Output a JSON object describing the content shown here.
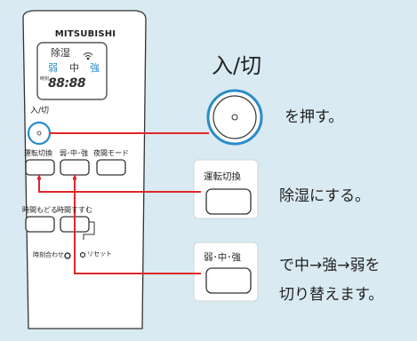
{
  "remote": {
    "brand": "MITSUBISHI",
    "lcd": {
      "mode": "除湿",
      "fan_speeds": [
        "弱",
        "中",
        "強"
      ],
      "clock_label": "時刻",
      "time": "88:88"
    },
    "buttons": {
      "power_label": "入/切",
      "mode_label": "運転切換",
      "fan_label": "弱･中･強",
      "night_label": "夜間モード",
      "timer_back_label": "時間もどる",
      "timer_fwd_label": "時間すすむ",
      "clock_set_label": "時刻合わせ",
      "reset_label": "リセット"
    }
  },
  "callouts": {
    "power": {
      "title": "入/切",
      "instruction": "を押す。"
    },
    "mode": {
      "button_label": "運転切換",
      "instruction": "除湿にする。"
    },
    "fan": {
      "button_label": "弱･中･強",
      "instruction_line1": "で中→強→弱を",
      "instruction_line2": "切り替えます。"
    }
  },
  "colors": {
    "leader": "#e0262b",
    "highlight": "#2a8bc8",
    "background": "#d9eaf2"
  }
}
